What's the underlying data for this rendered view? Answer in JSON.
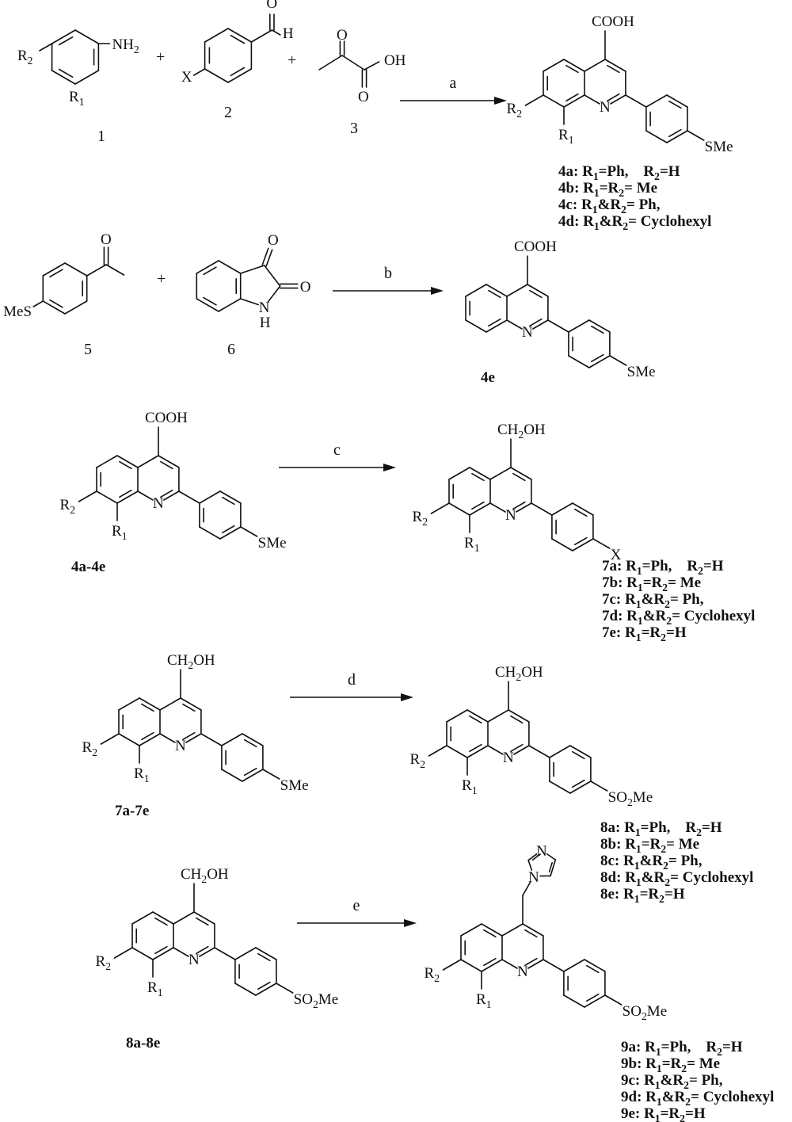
{
  "steps": [
    {
      "arrow_label": "a",
      "reactants": [
        {
          "id": "1",
          "labels": {
            "r2": "R2",
            "r1": "R1",
            "nh2": "NH2"
          }
        },
        {
          "id": "2",
          "labels": {
            "x": "X",
            "o": "O",
            "h": "H"
          }
        },
        {
          "id": "3",
          "labels": {
            "o1": "O",
            "oh": "OH",
            "o2": "O"
          }
        }
      ],
      "plus": [
        "+",
        "+"
      ],
      "product": {
        "labels": {
          "top": "COOH",
          "n": "N",
          "r2": "R2",
          "r1": "R1",
          "para": "SMe"
        },
        "variants": [
          "4a: R1=Ph,    R2=H",
          "4b: R1=R2= Me",
          "4c: R1&R2= Ph,",
          "4d: R1&R2= Cyclohexyl"
        ]
      }
    },
    {
      "arrow_label": "b",
      "reactants": [
        {
          "id": "5",
          "labels": {
            "mes": "MeS",
            "o": "O"
          }
        },
        {
          "id": "6",
          "labels": {
            "o1": "O",
            "o2": "O",
            "nh_n": "N",
            "nh_h": "H"
          }
        }
      ],
      "plus": [
        "+"
      ],
      "product": {
        "id": "4e",
        "labels": {
          "top": "COOH",
          "n": "N",
          "para": "SMe"
        }
      }
    },
    {
      "arrow_label": "c",
      "reactant": {
        "id": "4a-4e",
        "labels": {
          "top": "COOH",
          "n": "N",
          "r2": "R2",
          "r1": "R1",
          "para": "SMe"
        }
      },
      "product": {
        "labels": {
          "top": "CH2OH",
          "n": "N",
          "r2": "R2",
          "r1": "R1",
          "para": "X"
        },
        "variants": [
          "7a: R1=Ph,    R2=H",
          "7b: R1=R2= Me",
          "7c: R1&R2= Ph,",
          "7d: R1&R2= Cyclohexyl",
          "7e: R1=R2=H"
        ]
      }
    },
    {
      "arrow_label": "d",
      "reactant": {
        "id": "7a-7e",
        "labels": {
          "top": "CH2OH",
          "n": "N",
          "r2": "R2",
          "r1": "R1",
          "para": "SMe"
        }
      },
      "product": {
        "labels": {
          "top": "CH2OH",
          "n": "N",
          "r2": "R2",
          "r1": "R1",
          "para": "SO2Me"
        },
        "variants": [
          "8a: R1=Ph,    R2=H",
          "8b: R1=R2= Me",
          "8c: R1&R2= Ph,",
          "8d: R1&R2= Cyclohexyl",
          "8e: R1=R2=H"
        ]
      }
    },
    {
      "arrow_label": "e",
      "reactant": {
        "id": "8a-8e",
        "labels": {
          "top": "CH2OH",
          "n": "N",
          "r2": "R2",
          "r1": "R1",
          "para": "SO2Me"
        }
      },
      "product": {
        "labels": {
          "n": "N",
          "r2": "R2",
          "r1": "R1",
          "para": "SO2Me",
          "imid_n1": "N",
          "imid_n3": "N"
        },
        "variants": [
          "9a: R1=Ph,    R2=H",
          "9b: R1=R2= Me",
          "9c: R1&R2= Ph,",
          "9d: R1&R2= Cyclohexyl",
          "9e: R1=R2=H"
        ]
      }
    }
  ]
}
